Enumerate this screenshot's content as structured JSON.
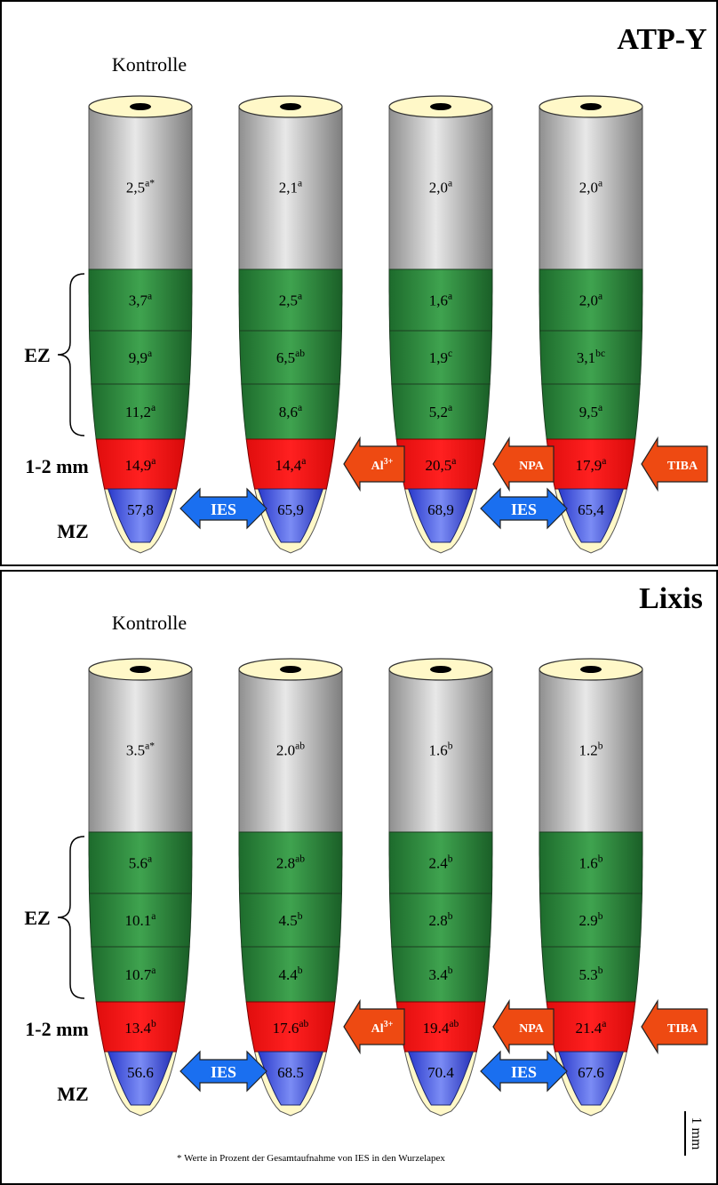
{
  "footnote": "* Werte in Prozent der Gesamtaufnahme von IES in den Wurzelapex",
  "scale_bar_label": "1 mm",
  "colors": {
    "gray_zone": "#c4c4c4",
    "elongation_zone": "#2f8a3f",
    "apical_zone": "#ee1111",
    "meristem_zone": "#4455dd",
    "root_cap": "#fff8c8",
    "ies_arrow": "#1a6ff0",
    "inhibitor_arrow": "#ee4a12"
  },
  "panels": [
    {
      "name": "ATP-Y",
      "control_label": "Kontrolle",
      "zone_labels": {
        "ez": "EZ",
        "apex": "1-2 mm",
        "mz": "MZ"
      },
      "roots": [
        {
          "top": [
            "2,5",
            "a*"
          ],
          "ez": [
            [
              "3,7",
              "a"
            ],
            [
              "9,9",
              "a"
            ],
            [
              "11,2",
              "a"
            ]
          ],
          "apex": [
            "14,9",
            "a"
          ],
          "mz": "57,8"
        },
        {
          "top": [
            "2,1",
            "a"
          ],
          "ez": [
            [
              "2,5",
              "a"
            ],
            [
              "6,5",
              "ab"
            ],
            [
              "8,6",
              "a"
            ]
          ],
          "apex": [
            "14,4",
            "a"
          ],
          "mz": "65,9"
        },
        {
          "top": [
            "2,0",
            "a"
          ],
          "ez": [
            [
              "1,6",
              "a"
            ],
            [
              "1,9",
              "c"
            ],
            [
              "5,2",
              "a"
            ]
          ],
          "apex": [
            "20,5",
            "a"
          ],
          "mz": "68,9"
        },
        {
          "top": [
            "2,0",
            "a"
          ],
          "ez": [
            [
              "2,0",
              "a"
            ],
            [
              "3,1",
              "bc"
            ],
            [
              "9,5",
              "a"
            ]
          ],
          "apex": [
            "17,9",
            "a"
          ],
          "mz": "65,4"
        }
      ],
      "ies_arrows": [
        "IES",
        "IES"
      ],
      "inhibitors": [
        [
          "Al",
          "3+"
        ],
        [
          "NPA",
          ""
        ],
        [
          "TIBA",
          ""
        ]
      ]
    },
    {
      "name": "Lixis",
      "control_label": "Kontrolle",
      "zone_labels": {
        "ez": "EZ",
        "apex": "1-2 mm",
        "mz": "MZ"
      },
      "roots": [
        {
          "top": [
            "3.5",
            "a*"
          ],
          "ez": [
            [
              "5.6",
              "a"
            ],
            [
              "10.1",
              "a"
            ],
            [
              "10.7",
              "a"
            ]
          ],
          "apex": [
            "13.4",
            "b"
          ],
          "mz": "56.6"
        },
        {
          "top": [
            "2.0",
            "ab"
          ],
          "ez": [
            [
              "2.8",
              "ab"
            ],
            [
              "4.5",
              "b"
            ],
            [
              "4.4",
              "b"
            ]
          ],
          "apex": [
            "17.6",
            "ab"
          ],
          "mz": "68.5"
        },
        {
          "top": [
            "1.6",
            "b"
          ],
          "ez": [
            [
              "2.4",
              "b"
            ],
            [
              "2.8",
              "b"
            ],
            [
              "3.4",
              "b"
            ]
          ],
          "apex": [
            "19.4",
            "ab"
          ],
          "mz": "70.4"
        },
        {
          "top": [
            "1.2",
            "b"
          ],
          "ez": [
            [
              "1.6",
              "b"
            ],
            [
              "2.9",
              "b"
            ],
            [
              "5.3",
              "b"
            ]
          ],
          "apex": [
            "21.4",
            "a"
          ],
          "mz": "67.6"
        }
      ],
      "ies_arrows": [
        "IES",
        "IES"
      ],
      "inhibitors": [
        [
          "Al",
          "3+"
        ],
        [
          "NPA",
          ""
        ],
        [
          "TIBA",
          ""
        ]
      ]
    }
  ]
}
